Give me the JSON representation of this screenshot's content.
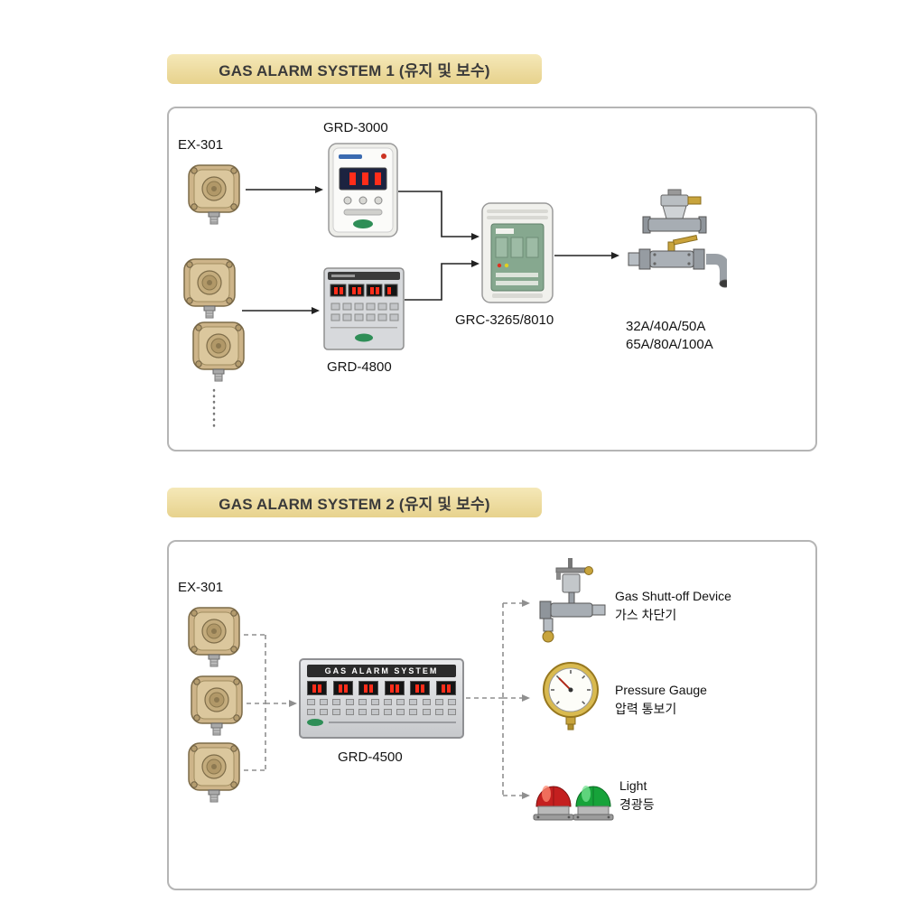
{
  "colors": {
    "banner": "#eeda9c",
    "frame_border": "#b5b5b5",
    "arrow": "#222222",
    "dashed_arrow": "#8f8f8f",
    "alarm_red": "#cc2020",
    "beacon_green": "#17a33a",
    "brass": "#c8a43c",
    "panel_green": "#86a88f"
  },
  "system1": {
    "title": "GAS ALARM SYSTEM 1 (유지 및 보수)",
    "detector_label": "EX-301",
    "grd3000_label": "GRD-3000",
    "grd4800_label": "GRD-4800",
    "grc_label": "GRC-3265/8010",
    "valve_sizes": [
      "32A/40A/50A",
      "65A/80A/100A"
    ]
  },
  "system2": {
    "title": "GAS ALARM SYSTEM 2 (유지 및 보수)",
    "detector_label": "EX-301",
    "panel_title": "GAS ALARM SYSTEM",
    "panel_label": "GRD-4500",
    "outputs": [
      {
        "label_en": "Gas Shutt-off Device",
        "label_ko": "가스 차단기"
      },
      {
        "label_en": "Pressure Gauge",
        "label_ko": "압력 통보기"
      },
      {
        "label_en": "Light",
        "label_ko": "경광등"
      }
    ]
  }
}
